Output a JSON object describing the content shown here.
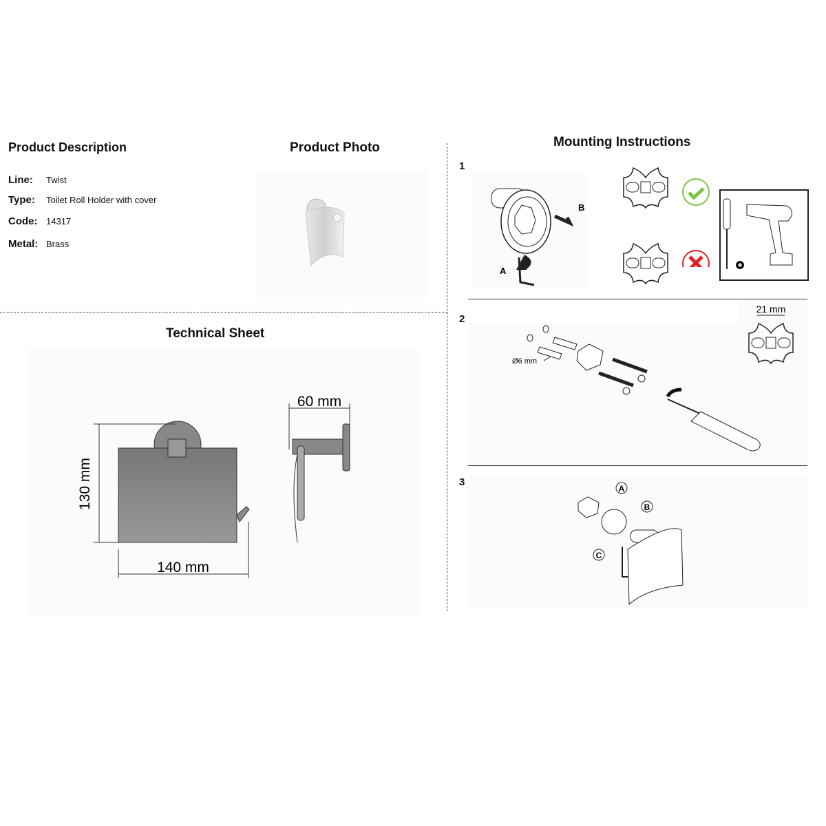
{
  "product_description": {
    "title": "Product Description",
    "fields": [
      {
        "label": "Line:",
        "value": "Twist"
      },
      {
        "label": "Type:",
        "value": "Toilet Roll Holder with cover"
      },
      {
        "label": "Code:",
        "value": "14317"
      },
      {
        "label": "Metal:",
        "value": "Brass"
      }
    ]
  },
  "product_photo": {
    "title": "Product Photo"
  },
  "technical_sheet": {
    "title": "Technical Sheet",
    "dim_height": "130 mm",
    "dim_width": "140 mm",
    "dim_depth": "60 mm"
  },
  "mounting": {
    "title": "Mounting Instructions",
    "steps": [
      {
        "number": "1",
        "label_a": "A",
        "label_b": "B"
      },
      {
        "number": "2",
        "spacing": "21 mm",
        "drill_diameter": "Ø6 mm"
      },
      {
        "number": "3",
        "label_a": "A",
        "label_b": "B",
        "label_c": "C"
      }
    ],
    "colors": {
      "correct": "#7dc242",
      "wrong": "#e02020"
    }
  }
}
